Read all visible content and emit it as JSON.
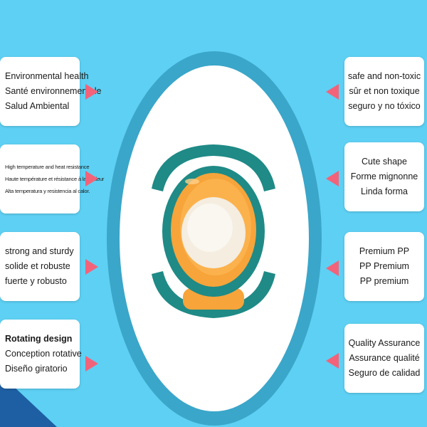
{
  "left_features": [
    {
      "lines": [
        "Environmental health",
        "Santé environnementale",
        "Salud Ambiental"
      ]
    },
    {
      "lines": [
        "High temperature and heat resistance",
        "Haute température et résistance à la chaleur",
        "Alta temperatura y resistencia al calor."
      ]
    },
    {
      "lines": [
        "strong and sturdy",
        "solide et robuste",
        "fuerte y robusto"
      ]
    },
    {
      "lines": [
        "Rotating design",
        "Conception rotative",
        "Diseño giratorio"
      ]
    }
  ],
  "right_features": [
    {
      "lines": [
        "safe and non-toxic",
        "sûr et non toxique",
        "seguro y no tóxico"
      ]
    },
    {
      "lines": [
        "Cute shape",
        "Forme mignonne",
        "Linda forma"
      ]
    },
    {
      "lines": [
        "Premium PP",
        "PP Premium",
        "PP premium"
      ]
    },
    {
      "lines": [
        "Quality Assurance",
        "Assurance qualité",
        "Seguro de calidad"
      ]
    }
  ],
  "colors": {
    "background": "#5ed0f3",
    "arrow": "#f2637a",
    "bowl_teal": "#1f8a86",
    "bowl_orange": "#f7a43a"
  },
  "image": {
    "subject": "gyro-bowl-icon"
  }
}
